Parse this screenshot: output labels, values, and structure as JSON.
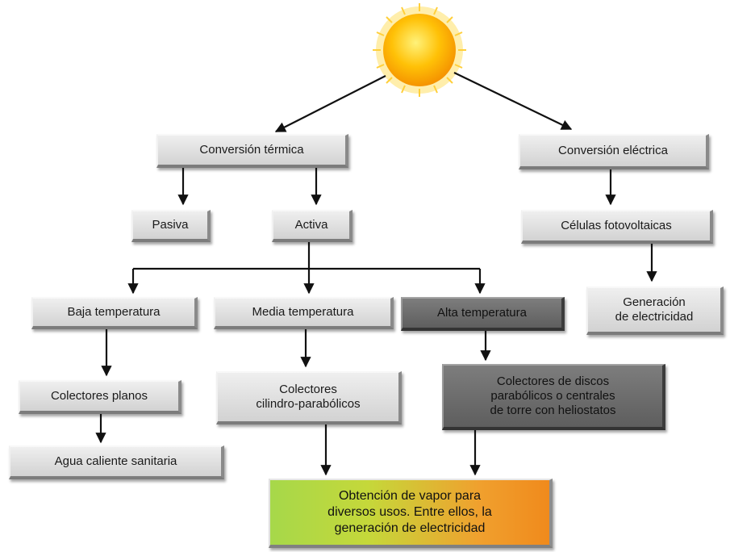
{
  "nodes": {
    "conversion_termica": "Conversión térmica",
    "conversion_electrica": "Conversión eléctrica",
    "pasiva": "Pasiva",
    "activa": "Activa",
    "celulas": "Células fotovoltaicas",
    "generacion": "Generación\nde electricidad",
    "baja": "Baja temperatura",
    "media": "Media temperatura",
    "alta": "Alta temperatura",
    "colectores_planos": "Colectores planos",
    "colectores_cilindro": "Colectores\ncilindro-parabólicos",
    "colectores_discos": "Colectores de discos\nparabólicos o centrales\nde torre con heliostatos",
    "agua": "Agua caliente sanitaria",
    "obtencion": "Obtención de vapor para\ndiversos usos. Entre ellos, la\ngeneración de electricidad"
  },
  "colors": {
    "box_light": "#dcdcdc",
    "box_dark": "#6b6b6b",
    "final_green": "#a6d84a",
    "final_orange": "#f08a1c",
    "sun_core": "#ffb300",
    "sun_rays": "#ffd34d",
    "arrow": "#111111"
  }
}
